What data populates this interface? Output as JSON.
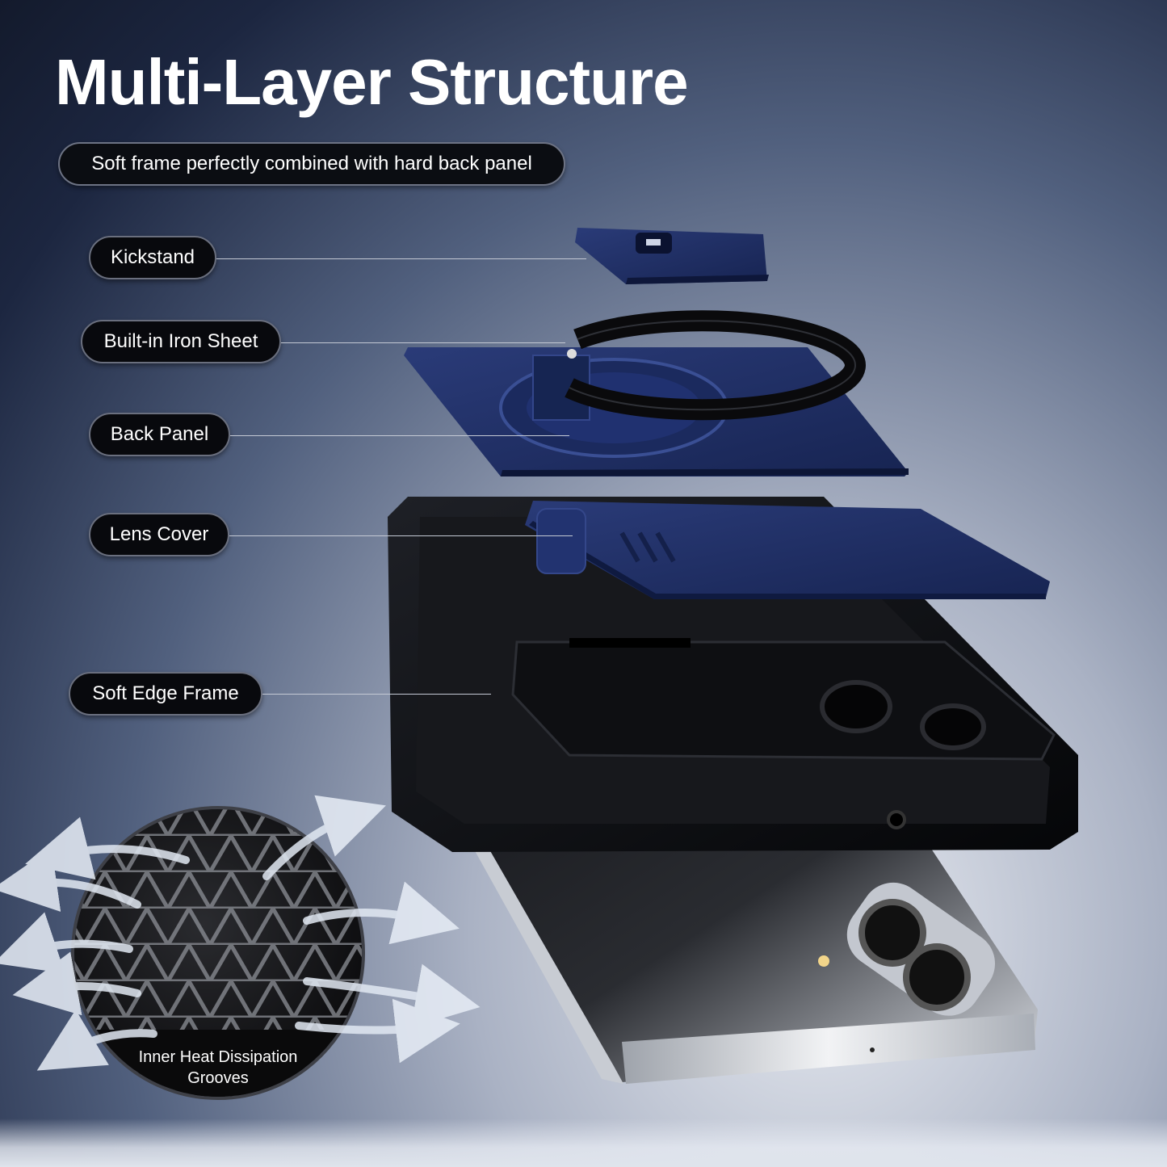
{
  "title": "Multi-Layer Structure",
  "subtitle": "Soft frame perfectly combined with hard back panel",
  "layers": [
    {
      "id": "kickstand",
      "label": "Kickstand"
    },
    {
      "id": "iron-sheet",
      "label": "Built-in Iron Sheet"
    },
    {
      "id": "back-panel",
      "label": "Back Panel"
    },
    {
      "id": "lens-cover",
      "label": "Lens Cover"
    },
    {
      "id": "soft-edge-frame",
      "label": "Soft Edge Frame"
    }
  ],
  "heat_callout": {
    "line1": "Inner Heat Dissipation",
    "line2": "Grooves"
  },
  "colors": {
    "case_blue": "#1f2f63",
    "case_black": "#0d0e11",
    "phone_silver": "#d9dce2"
  }
}
